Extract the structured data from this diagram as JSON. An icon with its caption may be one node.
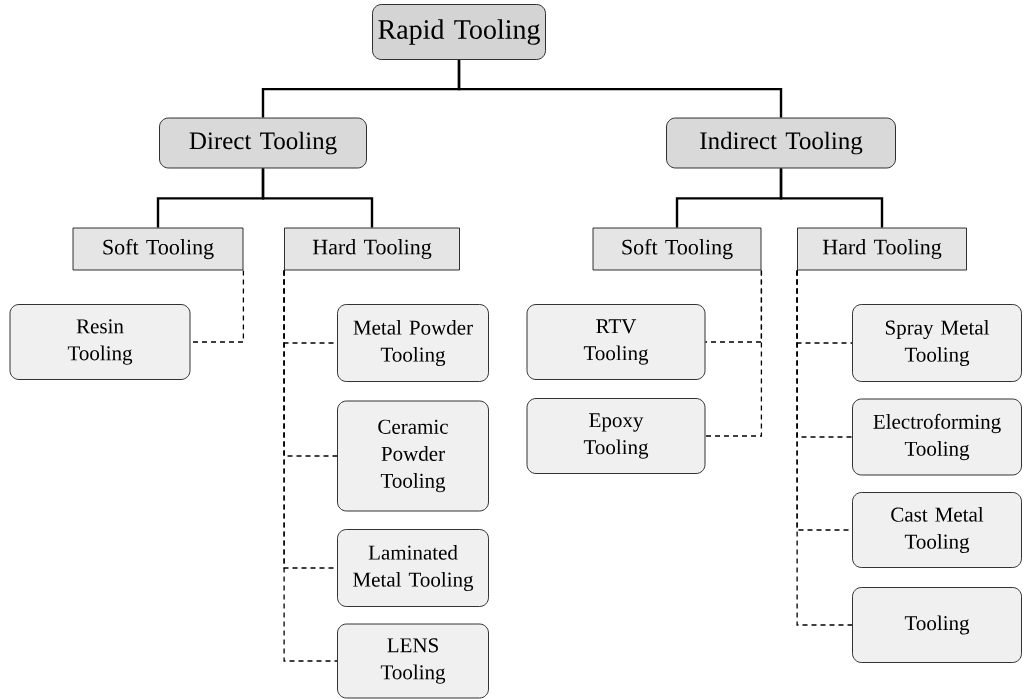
{
  "diagram": {
    "nodes": [
      {
        "text": [
          "Rapid Tooling"
        ]
      },
      {
        "text": [
          "Direct Tooling"
        ]
      },
      {
        "text": [
          "Indirect Tooling"
        ]
      },
      {
        "text": [
          "Soft Tooling"
        ]
      },
      {
        "text": [
          "Hard Tooling"
        ]
      },
      {
        "text": [
          "Resin Tooling"
        ]
      },
      {
        "text": [
          "Metal Powder Tooling"
        ]
      },
      {
        "text": [
          "Ceramic Powder Tooling"
        ]
      },
      {
        "text": [
          "Laminated Metal Tooling"
        ]
      },
      {
        "text": [
          "LENS Tooling"
        ]
      },
      {
        "text": [
          "Soft Tooling"
        ]
      },
      {
        "text": [
          "Hard Tooling"
        ]
      },
      {
        "text": [
          "RTV Tooling"
        ]
      },
      {
        "text": [
          "Epoxy Tooling"
        ]
      },
      {
        "text": [
          "Spray Metal Tooling"
        ]
      },
      {
        "text": [
          "Electroforming Tooling"
        ]
      },
      {
        "text": [
          "Cast Metal Tooling"
        ]
      },
      {
        "text": [
          "Tooling"
        ]
      }
    ],
    "edges": [
      {
        "from": 0,
        "to": 1,
        "arrow": "none"
      },
      {
        "from": 0,
        "to": 2,
        "arrow": "none"
      },
      {
        "from": 1,
        "to": 3,
        "arrow": "none"
      },
      {
        "from": 1,
        "to": 4,
        "arrow": "none"
      },
      {
        "from": 2,
        "to": 10,
        "arrow": "none"
      },
      {
        "from": 2,
        "to": 11,
        "arrow": "none"
      },
      {
        "from": 3,
        "to": 5,
        "arrow": "none",
        "style": "dashed"
      },
      {
        "from": 4,
        "to": 6,
        "arrow": "none",
        "style": "dashed"
      },
      {
        "from": 4,
        "to": 7,
        "arrow": "none",
        "style": "dashed"
      },
      {
        "from": 4,
        "to": 8,
        "arrow": "none",
        "style": "dashed"
      },
      {
        "from": 4,
        "to": 9,
        "arrow": "none",
        "style": "dashed"
      },
      {
        "from": 10,
        "to": 12,
        "arrow": "none",
        "style": "dashed"
      },
      {
        "from": 10,
        "to": 13,
        "arrow": "none",
        "style": "dashed"
      },
      {
        "from": 11,
        "to": 14,
        "arrow": "none",
        "style": "dashed"
      },
      {
        "from": 11,
        "to": 15,
        "arrow": "none",
        "style": "dashed"
      },
      {
        "from": 11,
        "to": 16,
        "arrow": "none",
        "style": "dashed"
      },
      {
        "from": 11,
        "to": 17,
        "arrow": "none",
        "style": "dashed"
      }
    ]
  }
}
